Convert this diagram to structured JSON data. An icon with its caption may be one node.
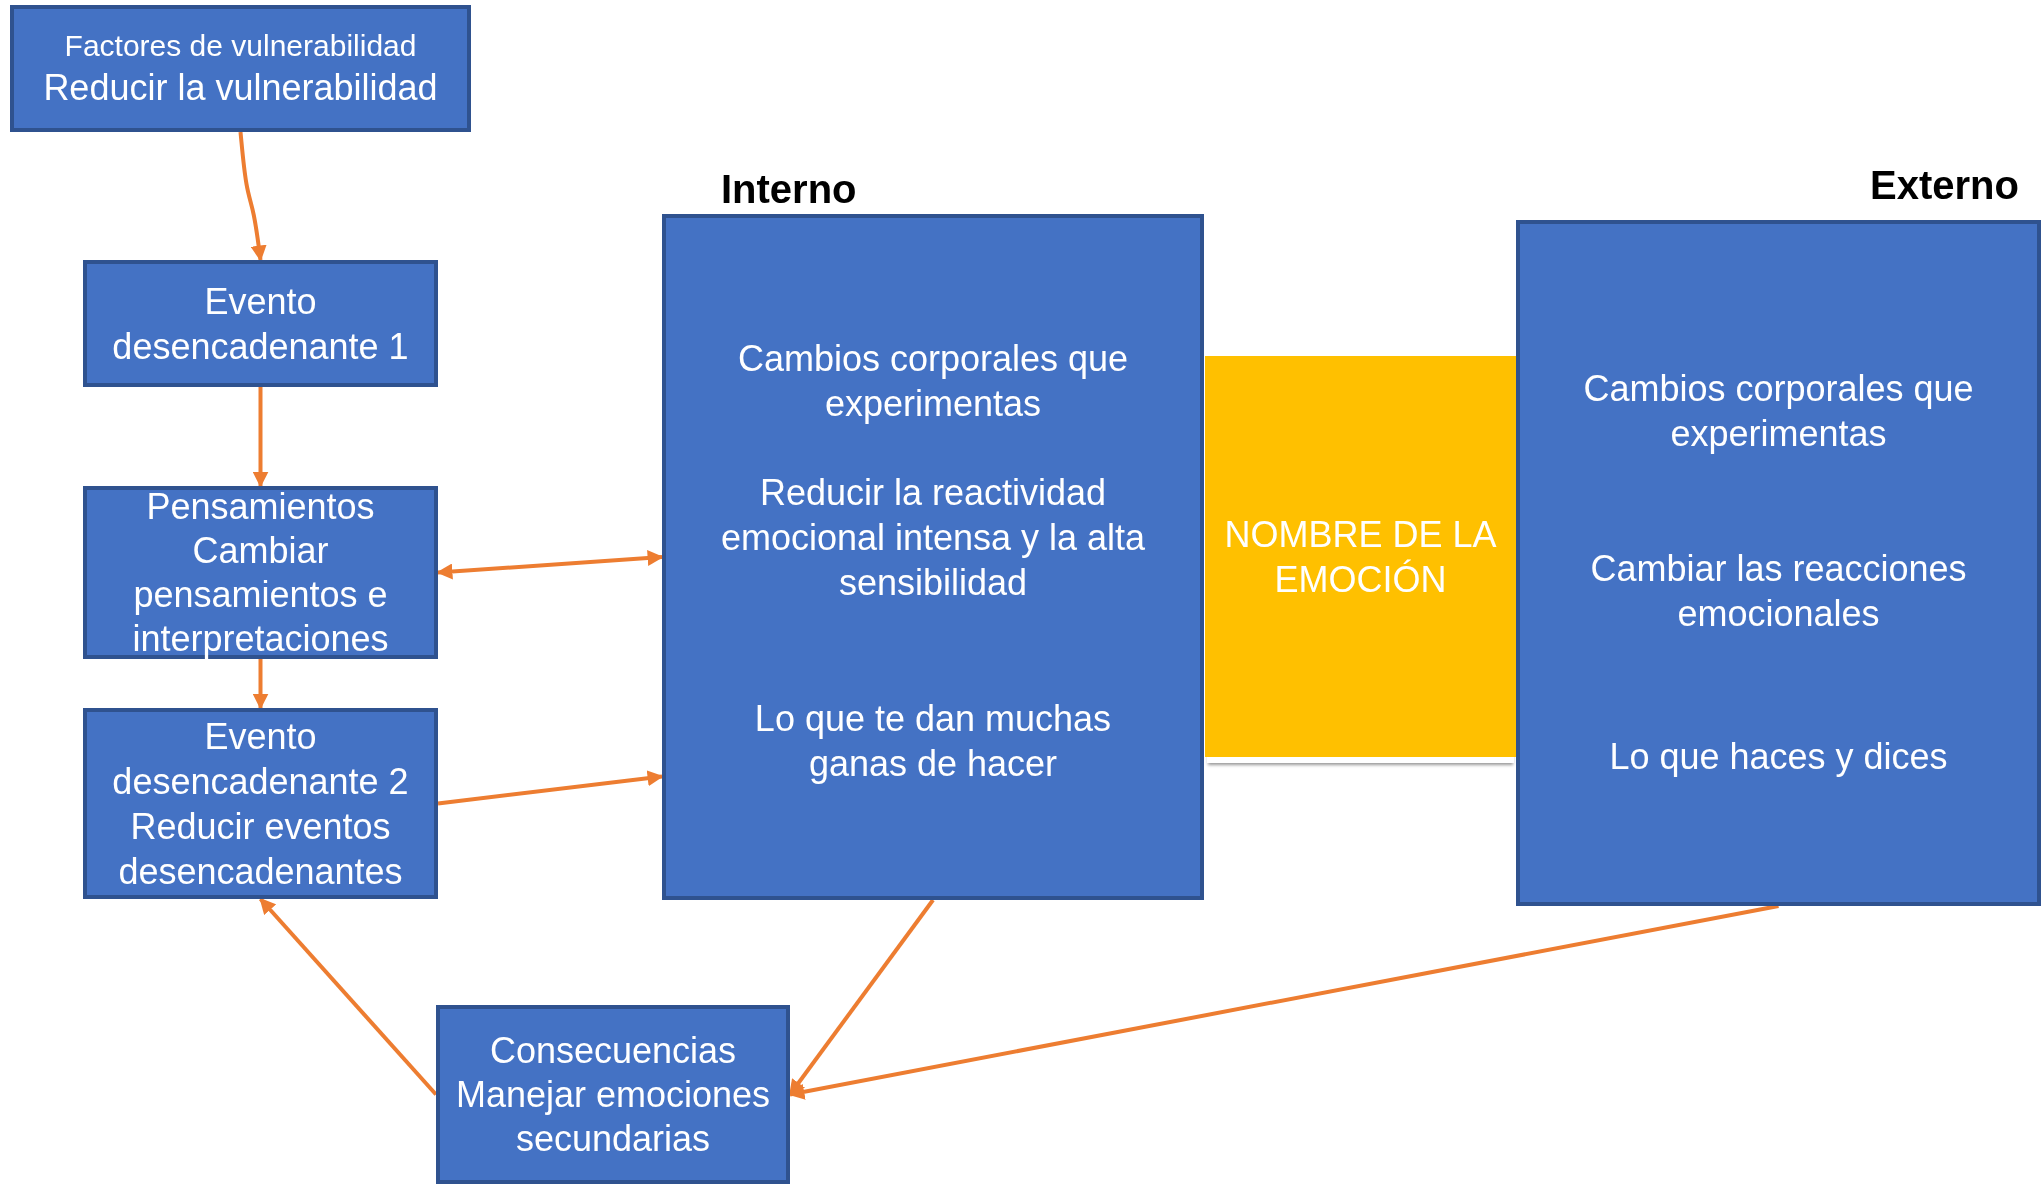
{
  "diagram": {
    "nodes": [
      {
        "text": [
          "Factores de vulnerabilidad",
          "Reducir la vulnerabilidad"
        ]
      },
      {
        "text": [
          "Evento desencadenante 1"
        ]
      },
      {
        "text": [
          "Pensamientos Cambiar pensamientos e interpretaciones"
        ]
      },
      {
        "text": [
          "Evento desencadenante 2 Reducir eventos desencadenantes"
        ]
      },
      {
        "text": [
          "Interno",
          "Cambios corporales que experimentas",
          "Reducir la reactividad emocional intensa y la alta sensibilidad",
          "Lo que te dan muchas ganas de hacer"
        ]
      },
      {
        "text": [
          "NOMBRE DE LA EMOCIÓN"
        ]
      },
      {
        "text": [
          "Externo",
          "Cambios corporales que experimentas",
          "Cambiar las reacciones emocionales",
          "Lo que haces y dices"
        ]
      },
      {
        "text": [
          "Consecuencias Manejar emociones secundarias"
        ]
      }
    ],
    "edges": [
      {
        "from": 0,
        "to": 1,
        "arrow": "to"
      },
      {
        "from": 1,
        "to": 2,
        "arrow": "to"
      },
      {
        "from": 2,
        "to": 3,
        "arrow": "to"
      },
      {
        "from": 2,
        "to": 4,
        "arrow": "both"
      },
      {
        "from": 3,
        "to": 4,
        "arrow": "to"
      },
      {
        "from": 7,
        "to": 3,
        "arrow": "to"
      },
      {
        "from": 4,
        "to": 7,
        "arrow": "to"
      },
      {
        "from": 6,
        "to": 7,
        "arrow": "to"
      }
    ]
  }
}
